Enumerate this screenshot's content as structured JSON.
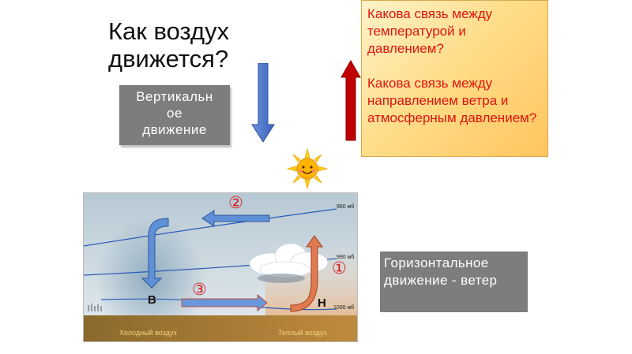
{
  "title": "Как воздух\nдвижется?",
  "vertical_box": {
    "label": "Вертикальн\nое\nдвижение"
  },
  "questions": [
    "Какова связь между температурой и давлением?",
    "Какова связь между направлением ветра и атмосферным давлением?"
  ],
  "horizontal_box": {
    "label": "Горизонтальное движение - ветер"
  },
  "diagram": {
    "isobars": [
      "980 мб",
      "990 мб",
      "1000 мб"
    ],
    "markers": [
      "②",
      "①",
      "③"
    ],
    "high_label": "В",
    "low_label": "Н",
    "cold_air": "Холодный воздух",
    "warm_air": "Теплый воздух"
  },
  "colors": {
    "question_text": "#e0140f",
    "box_gray": "#7d7d7d",
    "up_arrow": "#c00000",
    "down_arrow": "#4a74c9"
  }
}
